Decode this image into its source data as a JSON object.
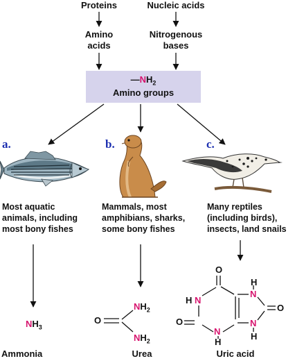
{
  "sources": {
    "proteins": "Proteins",
    "nucleic_acids": "Nucleic acids"
  },
  "intermediates": {
    "amino_acids": [
      "Amino",
      "acids"
    ],
    "nitrogenous_bases": [
      "Nitrogenous",
      "bases"
    ]
  },
  "amino_box": {
    "formula_prefix": "—",
    "formula_n": "N",
    "formula_h": "H",
    "formula_sub": "2",
    "label": "Amino groups",
    "color": "#d6d3ec"
  },
  "panels": [
    {
      "letter": "a.",
      "animal": "fish-icon",
      "description": [
        "Most aquatic",
        "animals, including",
        "most bony fishes"
      ],
      "product": "Ammonia",
      "formula_n": "N",
      "formula_h": "H",
      "formula_sub": "3"
    },
    {
      "letter": "b.",
      "animal": "prairie-dog-icon",
      "description": [
        "Mammals, most",
        "amphibians, sharks,",
        "some bony fishes"
      ],
      "product": "Urea",
      "o": "O",
      "nh2_top": "NH",
      "nh2_bottom": "NH",
      "sub": "2"
    },
    {
      "letter": "c.",
      "animal": "bird-icon",
      "description": [
        "Many reptiles",
        "(including birds),",
        "insects, land snails"
      ],
      "product": "Uric acid",
      "atoms": {
        "o_top": "O",
        "o_left": "O",
        "o_right": "O",
        "n": "N",
        "h": "H"
      }
    }
  ],
  "colors": {
    "nitrogen": "#d6146e",
    "letter": "#1c2fb0",
    "box": "#d6d3ec"
  }
}
